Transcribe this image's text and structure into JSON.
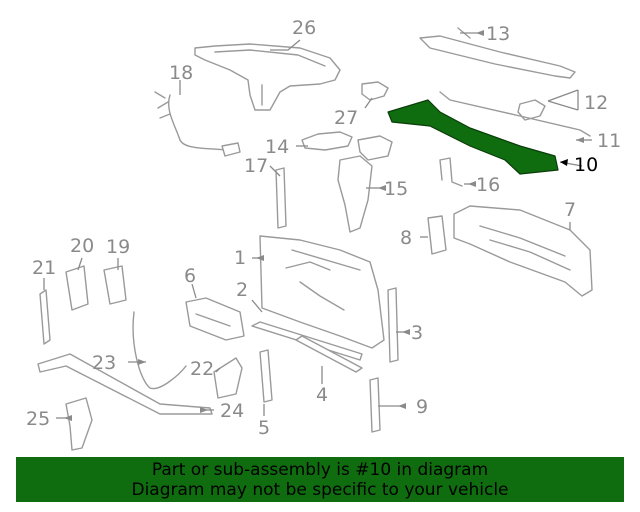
{
  "diagram": {
    "highlight_color": "#0f6d0f",
    "callouts": {
      "c1": "1",
      "c2": "2",
      "c3": "3",
      "c4": "4",
      "c5": "5",
      "c6": "6",
      "c7": "7",
      "c8": "8",
      "c9": "9",
      "c10": "10",
      "c11": "11",
      "c12": "12",
      "c13": "13",
      "c14": "14",
      "c15": "15",
      "c16": "16",
      "c17": "17",
      "c18": "18",
      "c19": "19",
      "c20": "20",
      "c21": "21",
      "c22": "22",
      "c23": "23",
      "c24": "24",
      "c25": "25",
      "c26": "26",
      "c27": "27"
    }
  },
  "banner": {
    "line1": "Part or sub-assembly is #10 in diagram",
    "line2": "Diagram may not be specific to your vehicle",
    "background": "#0f6d0f"
  }
}
